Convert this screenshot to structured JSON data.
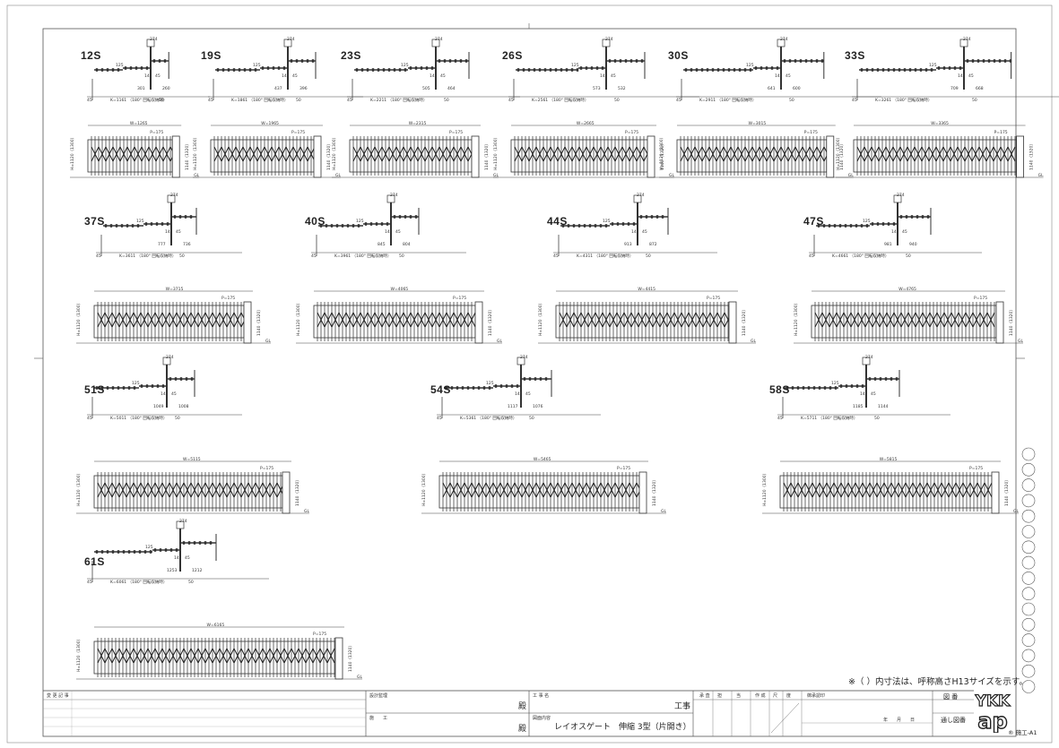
{
  "note": "※（ ）内寸法は、呼称高さH13サイズを示す。",
  "sheet_number": "® 施工-A1",
  "logo_text": "YKK ap",
  "title_block": {
    "revision_label": "変 更 記 事",
    "designer_label": "設計監理",
    "constructor_label": "施　　工",
    "honorific_1": "殿",
    "honorific_2": "殿",
    "project_label": "工 事 名",
    "project_suffix": "工事",
    "content_label": "図面内容",
    "drawing_title": "レイオスゲート　伸縮 3型（片開き）",
    "approval_label": "御承認印",
    "date_text": "年　　月　　日",
    "drawing_no_label": "図 番",
    "serial_label": "通し図番",
    "stamp_labels": [
      "承",
      "査",
      "担",
      "当",
      "作",
      "成",
      "尺",
      "度"
    ]
  },
  "sizes": [
    {
      "label": "12S",
      "k": "K=1161",
      "k_note": "（180° 回転収納時）",
      "w": "W=1265",
      "d1": "301",
      "d2": "260"
    },
    {
      "label": "19S",
      "k": "K=1861",
      "k_note": "（180° 回転収納時）",
      "w": "W=1965",
      "d1": "437",
      "d2": "396"
    },
    {
      "label": "23S",
      "k": "K=2211",
      "k_note": "（180° 回転収納時）",
      "w": "W=2315",
      "d1": "505",
      "d2": "464"
    },
    {
      "label": "26S",
      "k": "K=2561",
      "k_note": "（180° 回転収納時）",
      "w": "W=2665",
      "d1": "573",
      "d2": "532"
    },
    {
      "label": "30S",
      "k": "K=2911",
      "k_note": "（180° 回転収納時）",
      "w": "W=3015",
      "d1": "641",
      "d2": "600"
    },
    {
      "label": "33S",
      "k": "K=3261",
      "k_note": "（180° 回転収納時）",
      "w": "W=3365",
      "d1": "709",
      "d2": "668"
    },
    {
      "label": "37S",
      "k": "K=3611",
      "k_note": "（180° 回転収納時）",
      "w": "W=3715",
      "d1": "777",
      "d2": "736"
    },
    {
      "label": "40S",
      "k": "K=3961",
      "k_note": "（180° 回転収納時）",
      "w": "W=4065",
      "d1": "845",
      "d2": "804"
    },
    {
      "label": "44S",
      "k": "K=4311",
      "k_note": "（180° 回転収納時）",
      "w": "W=4415",
      "d1": "913",
      "d2": "872"
    },
    {
      "label": "47S",
      "k": "K=4661",
      "k_note": "（180° 回転収納時）",
      "w": "W=4765",
      "d1": "981",
      "d2": "940"
    },
    {
      "label": "51S",
      "k": "K=5011",
      "k_note": "（180° 回転収納時）",
      "w": "W=5115",
      "d1": "1049",
      "d2": "1008"
    },
    {
      "label": "54S",
      "k": "K=5361",
      "k_note": "（180° 回転収納時）",
      "w": "W=5465",
      "d1": "1117",
      "d2": "1076"
    },
    {
      "label": "58S",
      "k": "K=5711",
      "k_note": "（180° 回転収納時）",
      "w": "W=5815",
      "d1": "1185",
      "d2": "1144"
    },
    {
      "label": "61S",
      "k": "K=6061",
      "k_note": "（180° 回転収納時）",
      "w": "W=6165",
      "d1": "1253",
      "d2": "1212"
    }
  ],
  "common_dims": {
    "post": "274",
    "pitch": "P=175",
    "offset": "45",
    "gap": "14",
    "side": "125",
    "base": "50",
    "h_label": "H=1120（1300）",
    "h2": "1140（1320）",
    "gl": "GL"
  },
  "icons": {
    "circle_marks": "register-circle-icon"
  }
}
